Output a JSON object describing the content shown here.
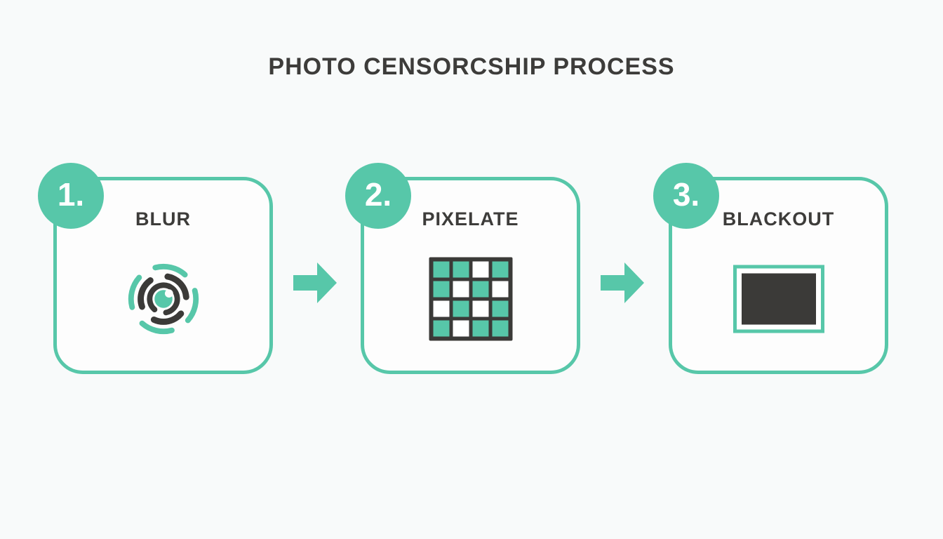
{
  "title": "PHOTO CENSORCSHIP PROCESS",
  "colors": {
    "teal": "#57c7a9",
    "dark_text": "#3d3c3a",
    "icon_dark": "#3b3a38",
    "background": "#f8fafa",
    "box_fill": "#fdfdfd",
    "white": "#ffffff"
  },
  "steps": [
    {
      "number": "1.",
      "label": "BLUR",
      "icon": "blur-icon"
    },
    {
      "number": "2.",
      "label": "PIXELATE",
      "icon": "pixelate-icon",
      "pattern": [
        [
          1,
          1,
          0,
          1
        ],
        [
          1,
          0,
          1,
          0
        ],
        [
          0,
          1,
          0,
          1
        ],
        [
          1,
          0,
          1,
          1
        ]
      ]
    },
    {
      "number": "3.",
      "label": "BLACKOUT",
      "icon": "blackout-icon"
    }
  ],
  "connectors": [
    {
      "icon": "arrow-right-icon"
    },
    {
      "icon": "arrow-right-icon"
    }
  ]
}
